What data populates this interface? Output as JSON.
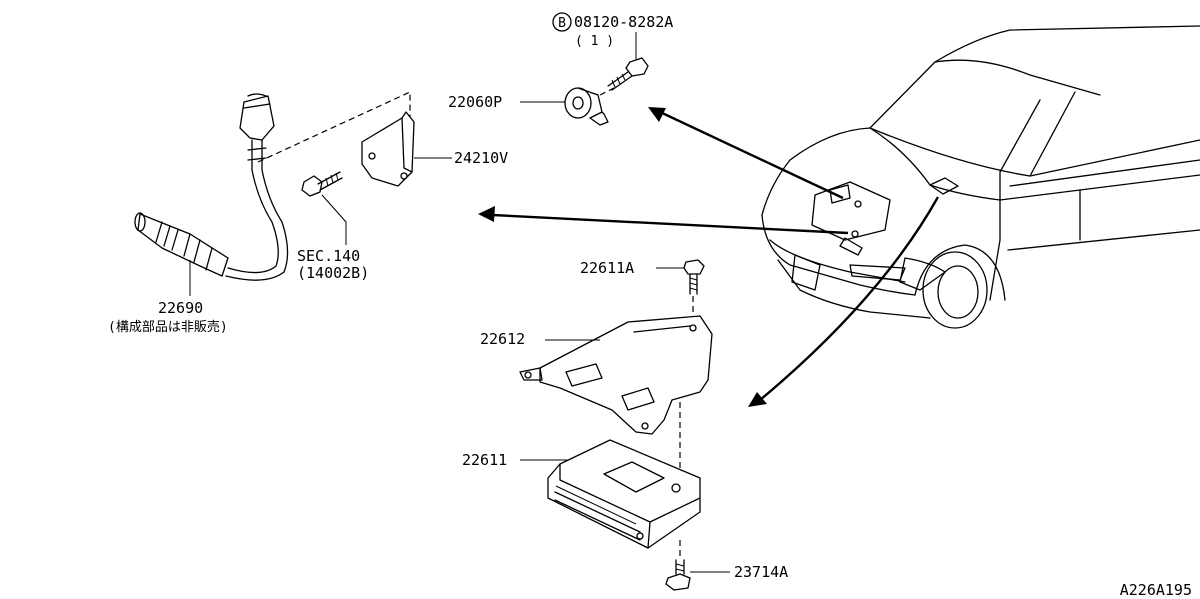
{
  "diagram": {
    "labels": {
      "bolt_code": "08120-8282A",
      "bolt_marker": "B",
      "bolt_qty": "( 1 )",
      "knock_sensor": "22060P",
      "bracket": "24210V",
      "sec_ref": "SEC.140",
      "sec_ref_sub": "(14002B)",
      "o2_sensor": "22690",
      "o2_note": "(構成部品は非販売)",
      "control_bolt": "22611A",
      "control_bracket": "22612",
      "control_unit": "22611",
      "lower_bolt": "23714A",
      "drawing_id": "A226A195"
    },
    "colors": {
      "ink": "#000000",
      "background": "#ffffff"
    }
  }
}
